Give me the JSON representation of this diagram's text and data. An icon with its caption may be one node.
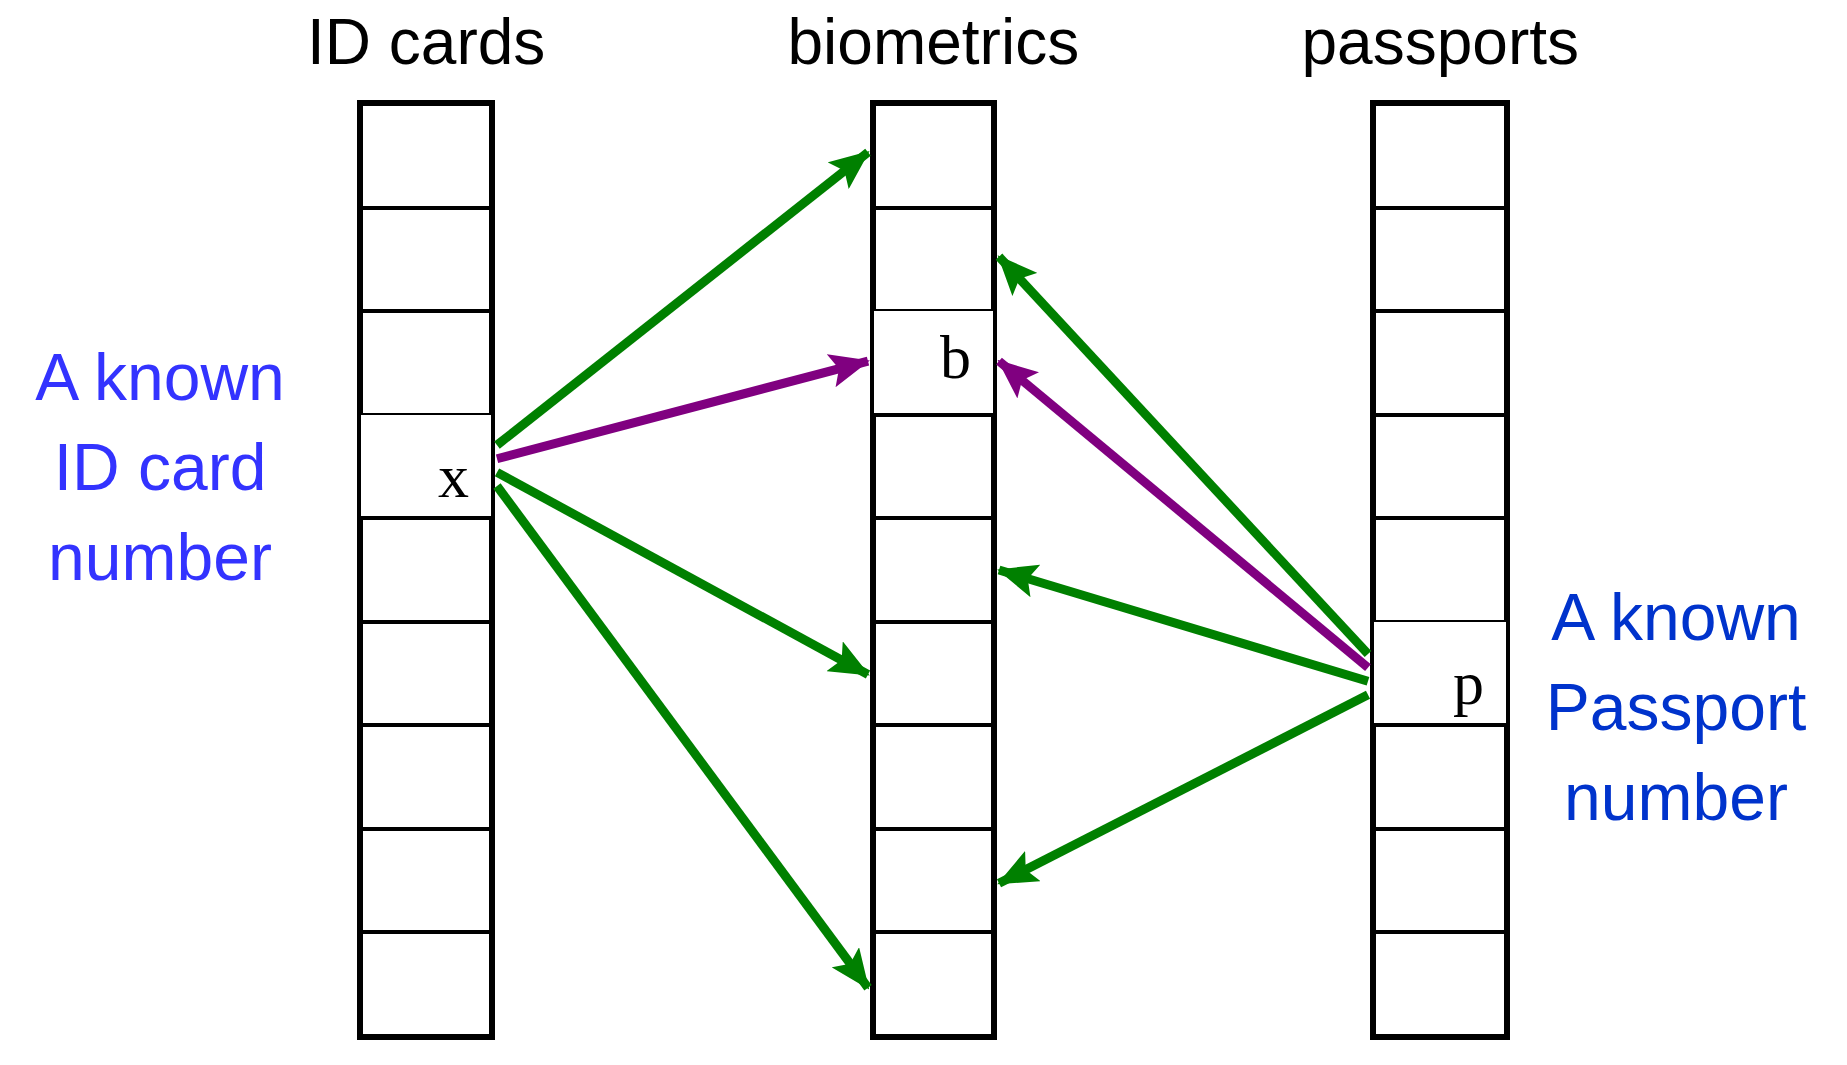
{
  "diagram": {
    "nodes": [
      {
        "text": [
          "ID cards"
        ]
      },
      {
        "text": [],
        "shape": "box",
        "in": 0
      },
      {
        "text": [],
        "shape": "box",
        "in": 0
      },
      {
        "text": [],
        "shape": "box",
        "in": 0
      },
      {
        "text": [
          "x"
        ],
        "in": 0
      },
      {
        "text": [],
        "shape": "box",
        "in": 0
      },
      {
        "text": [],
        "shape": "box",
        "in": 0
      },
      {
        "text": [],
        "shape": "box",
        "in": 0
      },
      {
        "text": [],
        "shape": "box",
        "in": 0
      },
      {
        "text": [],
        "shape": "box",
        "in": 0
      },
      {
        "text": [
          "biometrics"
        ]
      },
      {
        "text": [],
        "shape": "box",
        "in": 10
      },
      {
        "text": [],
        "shape": "box",
        "in": 10
      },
      {
        "text": [
          "b"
        ],
        "in": 10
      },
      {
        "text": [],
        "shape": "box",
        "in": 10
      },
      {
        "text": [],
        "shape": "box",
        "in": 10
      },
      {
        "text": [],
        "shape": "box",
        "in": 10
      },
      {
        "text": [],
        "shape": "box",
        "in": 10
      },
      {
        "text": [],
        "shape": "box",
        "in": 10
      },
      {
        "text": [],
        "shape": "box",
        "in": 10
      },
      {
        "text": [
          "passports"
        ]
      },
      {
        "text": [],
        "shape": "box",
        "in": 20
      },
      {
        "text": [],
        "shape": "box",
        "in": 20
      },
      {
        "text": [],
        "shape": "box",
        "in": 20
      },
      {
        "text": [],
        "shape": "box",
        "in": 20
      },
      {
        "text": [],
        "shape": "box",
        "in": 20
      },
      {
        "text": [
          "p"
        ],
        "in": 20
      },
      {
        "text": [],
        "shape": "box",
        "in": 20
      },
      {
        "text": [],
        "shape": "box",
        "in": 20
      },
      {
        "text": [],
        "shape": "box",
        "in": 20
      }
    ],
    "edges": [
      {
        "from": 4,
        "to": 11,
        "arrow": "to"
      },
      {
        "from": 4,
        "to": 13,
        "arrow": "to",
        "color": "#800080"
      },
      {
        "from": 4,
        "to": 16,
        "arrow": "to"
      },
      {
        "from": 4,
        "to": 19,
        "arrow": "to"
      },
      {
        "from": 26,
        "to": 12,
        "arrow": "to"
      },
      {
        "from": 26,
        "to": 13,
        "arrow": "to",
        "color": "#800080"
      },
      {
        "from": 26,
        "to": 15,
        "arrow": "to"
      },
      {
        "from": 26,
        "to": 18,
        "arrow": "to"
      }
    ],
    "labels": [
      "A known ID card number",
      "A known Passport number"
    ]
  }
}
